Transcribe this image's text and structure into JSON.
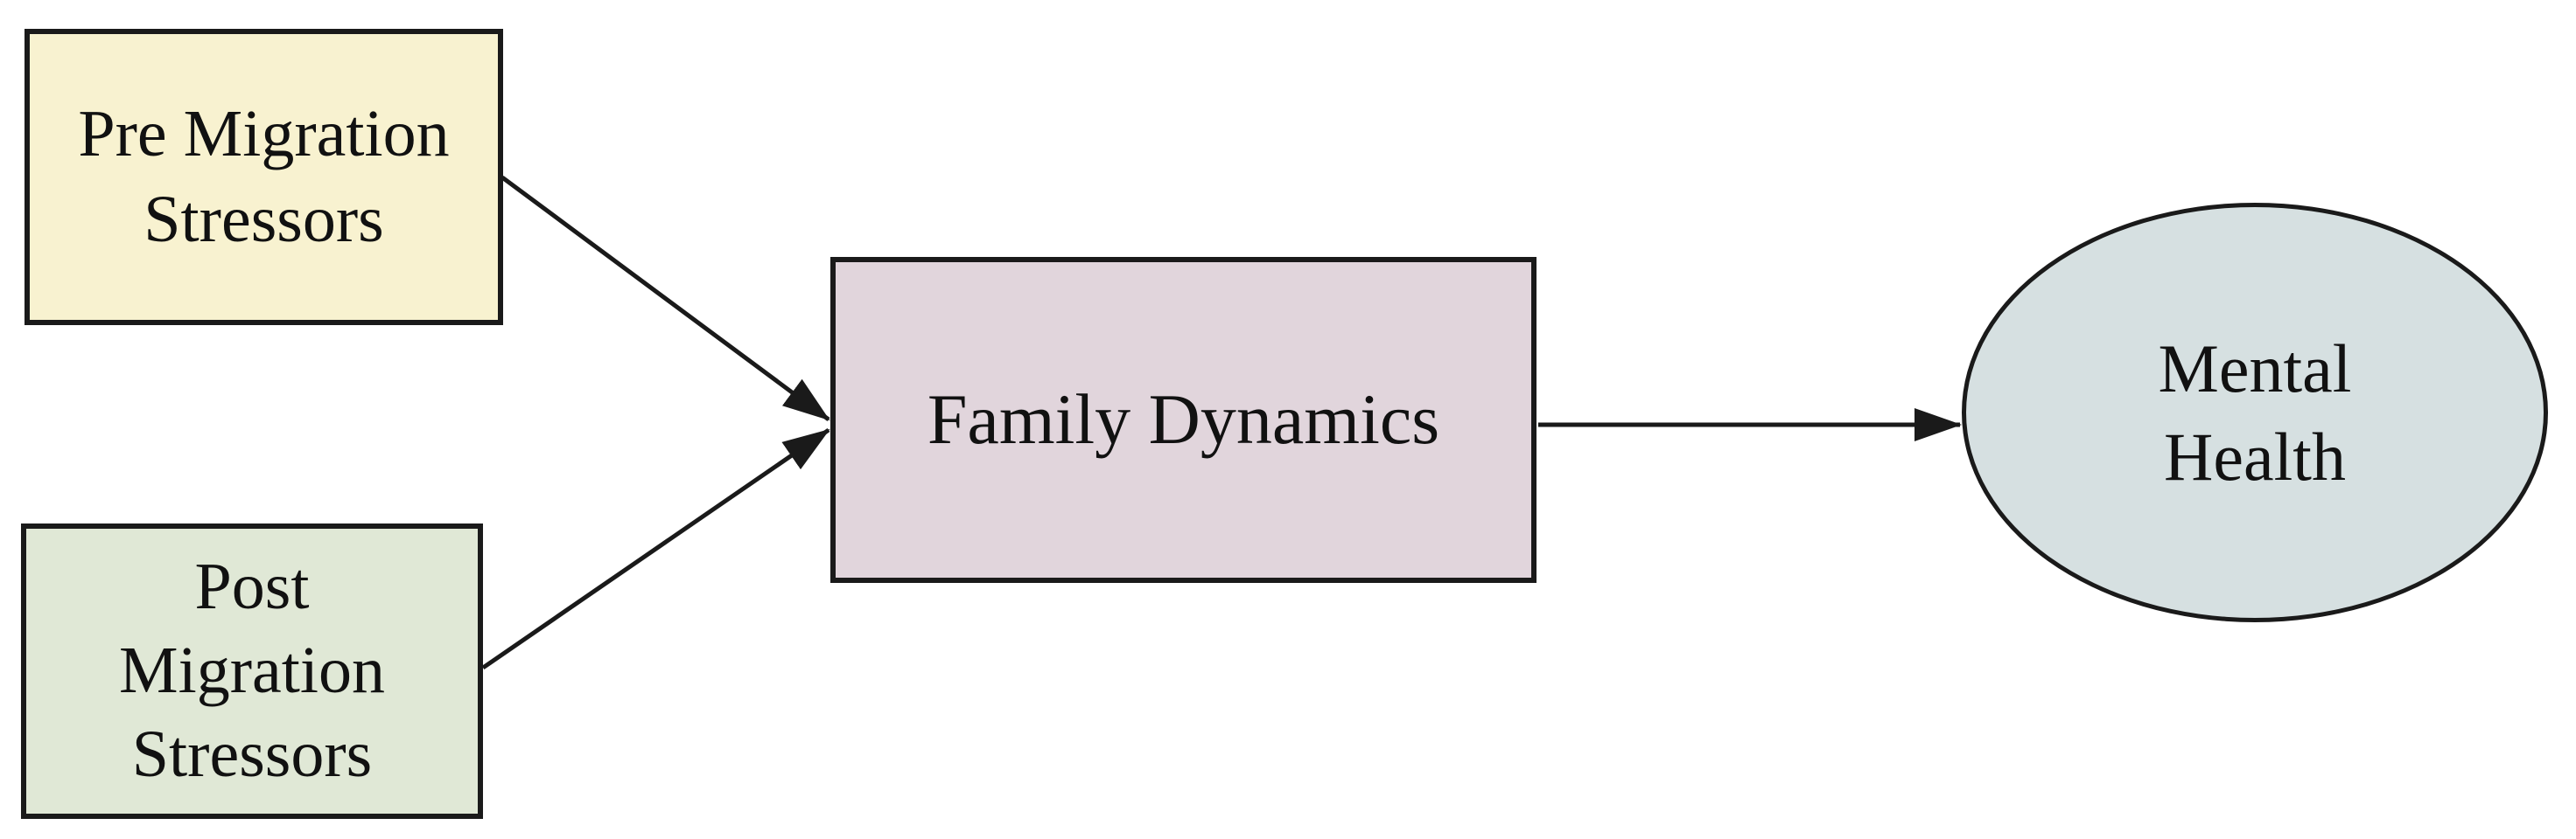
{
  "diagram": {
    "background_color": "#ffffff",
    "stroke_color": "#1a1a1a",
    "text_color": "#111111",
    "nodes": [
      {
        "id": "pre-migration-stressors",
        "shape": "rectangle",
        "label": "Pre Migration\nStressors",
        "fill": "#f8f2d0"
      },
      {
        "id": "post-migration-stressors",
        "shape": "rectangle",
        "label": "Post\nMigration\nStressors",
        "fill": "#e0e8d6"
      },
      {
        "id": "family-dynamics",
        "shape": "rectangle",
        "label": "Family Dynamics",
        "fill": "#e1d5dc"
      },
      {
        "id": "mental-health",
        "shape": "ellipse",
        "label": "Mental\nHealth",
        "fill": "#d6e0e1"
      }
    ],
    "edges": [
      {
        "from": "pre-migration-stressors",
        "to": "family-dynamics"
      },
      {
        "from": "post-migration-stressors",
        "to": "family-dynamics"
      },
      {
        "from": "family-dynamics",
        "to": "mental-health"
      }
    ]
  }
}
